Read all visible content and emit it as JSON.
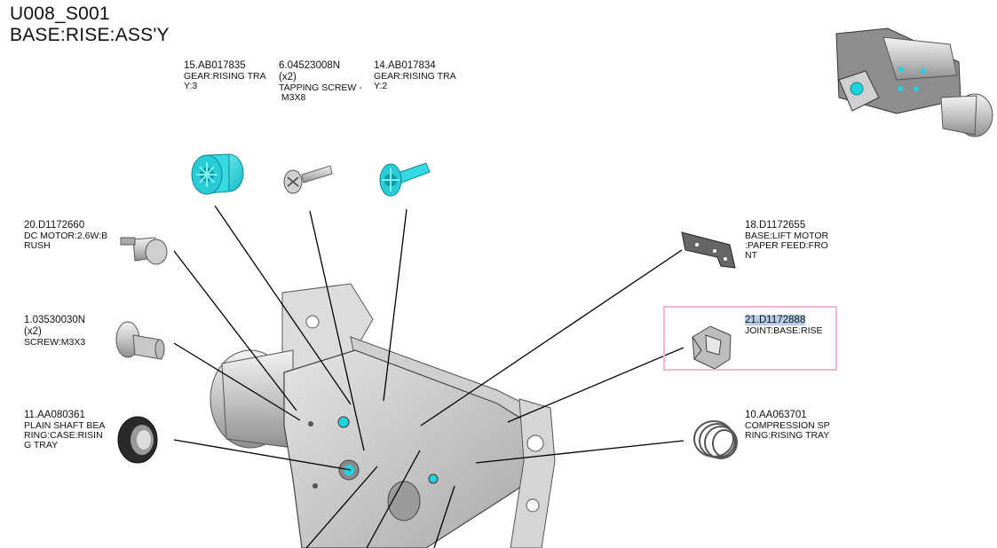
{
  "header": {
    "code": "U008_S001",
    "title": "BASE:RISE:ASS'Y"
  },
  "parts": [
    {
      "id": "p15",
      "number": "15.AB017835",
      "qty": "",
      "desc": [
        "GEAR:RISING TRA",
        "Y:3"
      ]
    },
    {
      "id": "p6",
      "number": "6.04523008N",
      "qty": "(x2)",
      "desc": [
        "TAPPING SCREW -",
        " M3X8"
      ]
    },
    {
      "id": "p14",
      "number": "14.AB017834",
      "qty": "",
      "desc": [
        "GEAR:RISING TRA",
        "Y:2"
      ]
    },
    {
      "id": "p20",
      "number": "20.D1172660",
      "qty": "",
      "desc": [
        "DC MOTOR:2.6W:B",
        "RUSH"
      ]
    },
    {
      "id": "p1",
      "number": "1.03530030N",
      "qty": "(x2)",
      "desc": [
        "SCREW:M3X3"
      ]
    },
    {
      "id": "p11",
      "number": "11.AA080361",
      "qty": "",
      "desc": [
        "PLAIN SHAFT BEA",
        "RING:CASE:RISIN",
        "G TRAY"
      ]
    },
    {
      "id": "p18",
      "number": "18.D1172655",
      "qty": "",
      "desc": [
        "BASE:LIFT MOTOR",
        ":PAPER FEED:FRO",
        "NT"
      ]
    },
    {
      "id": "p21",
      "number": "21.D1172888",
      "qty": "",
      "desc": [
        "JOINT:BASE:RISE"
      ],
      "selected": true
    },
    {
      "id": "p10",
      "number": "10.AA063701",
      "qty": "",
      "desc": [
        "COMPRESSION SP",
        "RING:RISING TRAY"
      ]
    }
  ],
  "colors": {
    "accent": "#1fd3de",
    "highlight": "#b7cdea",
    "selection_border": "#f0b7cb",
    "part_gray": "#c9c9c9"
  }
}
